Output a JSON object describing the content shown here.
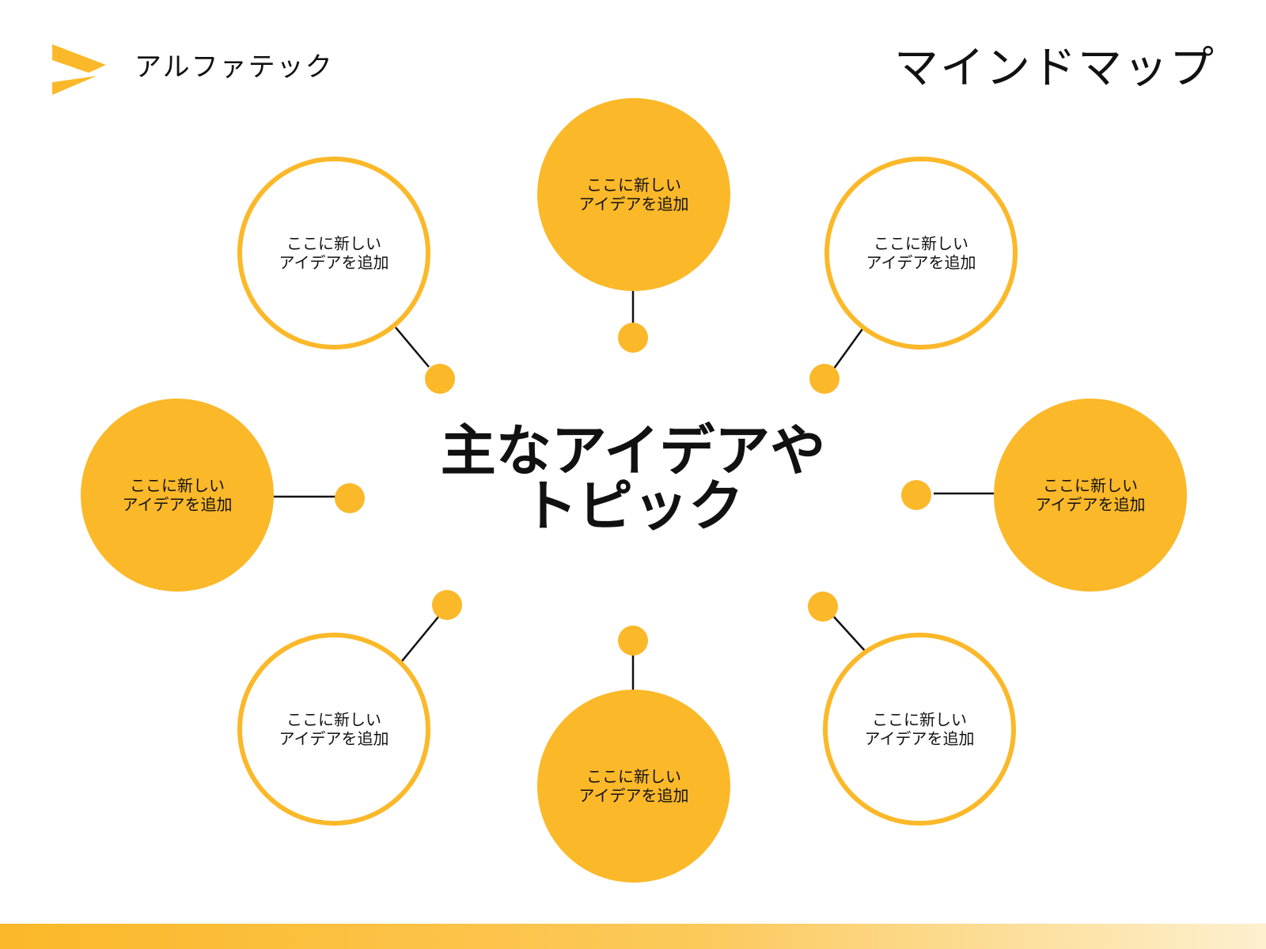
{
  "header": {
    "brand_name": "アルファテック",
    "title": "マインドマップ"
  },
  "colors": {
    "accent": "#FBB829",
    "text": "#111111",
    "background": "#FFFFFF"
  },
  "center_topic": {
    "line1": "主なアイデアや",
    "line2": "トピック"
  },
  "ideas": [
    {
      "line1": "ここに新しい",
      "line2": "アイデアを追加",
      "style": "filled"
    },
    {
      "line1": "ここに新しい",
      "line2": "アイデアを追加",
      "style": "outline"
    },
    {
      "line1": "ここに新しい",
      "line2": "アイデアを追加",
      "style": "filled"
    },
    {
      "line1": "ここに新しい",
      "line2": "アイデアを追加",
      "style": "outline"
    },
    {
      "line1": "ここに新しい",
      "line2": "アイデアを追加",
      "style": "filled"
    },
    {
      "line1": "ここに新しい",
      "line2": "アイデアを追加",
      "style": "outline"
    },
    {
      "line1": "ここに新しい",
      "line2": "アイデアを追加",
      "style": "filled"
    },
    {
      "line1": "ここに新しい",
      "line2": "アイデアを追加",
      "style": "outline"
    }
  ]
}
